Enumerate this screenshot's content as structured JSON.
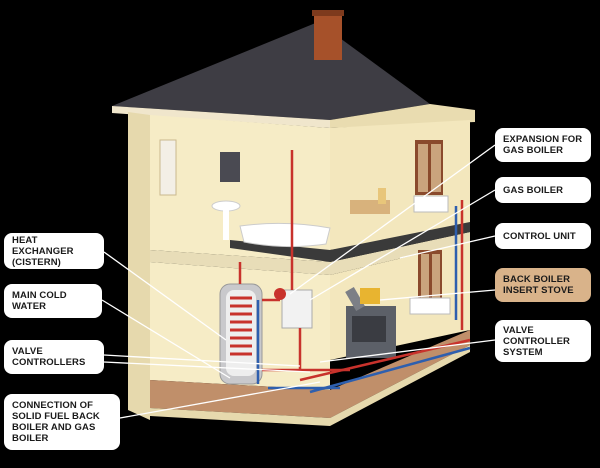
{
  "labels": {
    "expansion": "EXPANSION FOR\nGAS BOILER",
    "gas_boiler": "GAS BOILER",
    "control_unit": "CONTROL UNIT",
    "back_boiler": "BACK BOILER\nINSERT STOVE",
    "valve_controller_system": "VALVE\nCONTROLLER\nSYSTEM",
    "heat_exchanger": "HEAT EXCHANGER\n(CISTERN)",
    "main_cold_water": "MAIN COLD\nWATER",
    "valve_controllers": "VALVE\nCONTROLLERS",
    "connection": "CONNECTION OF\nSOLID FUEL BACK\nBOILER AND GAS\nBOILER"
  },
  "colors": {
    "background": "#000000",
    "callout": "#ffffff",
    "callout_highlight": "#d9b38a",
    "hot_pipe": "#c8322c",
    "cold_pipe": "#2e5fae",
    "wall": "#f6ecc6",
    "roof": "#3e3d44"
  }
}
